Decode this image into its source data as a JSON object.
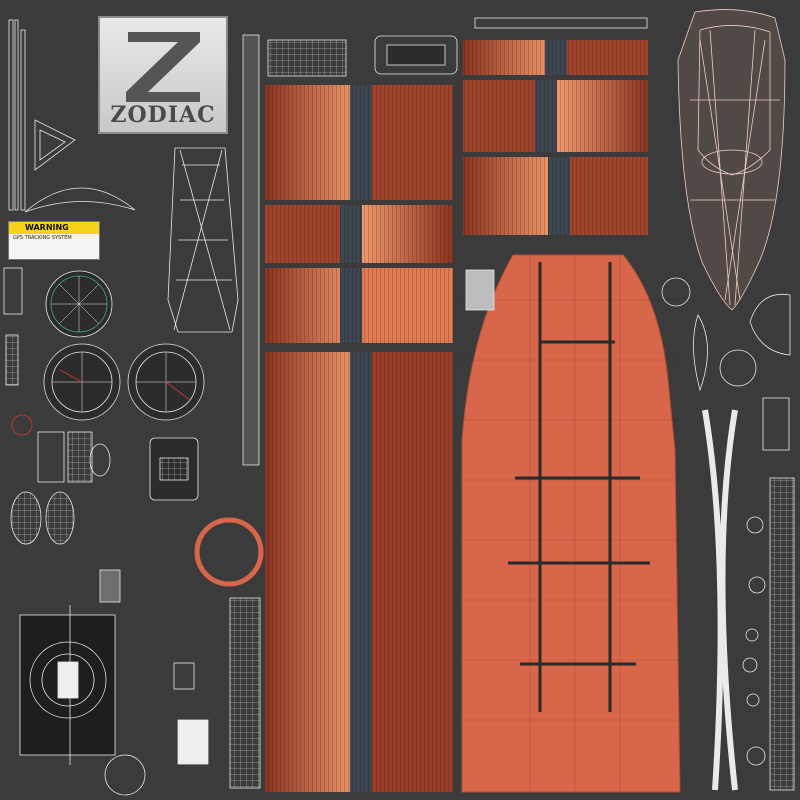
{
  "logo": {
    "text": "ZODIAC"
  },
  "warning_label": {
    "heading": "WARNING",
    "subheading": "GPS TRACKING SYSTEM"
  },
  "colors": {
    "background": "#3b3b3b",
    "hull_copper": "#d8664a",
    "copper_light": "#f08a5f",
    "copper_dark": "#9a3e2a",
    "stripe_gray": "#3e4651",
    "wire": "#e9e9e9",
    "warning_yellow": "#f5d21b"
  }
}
